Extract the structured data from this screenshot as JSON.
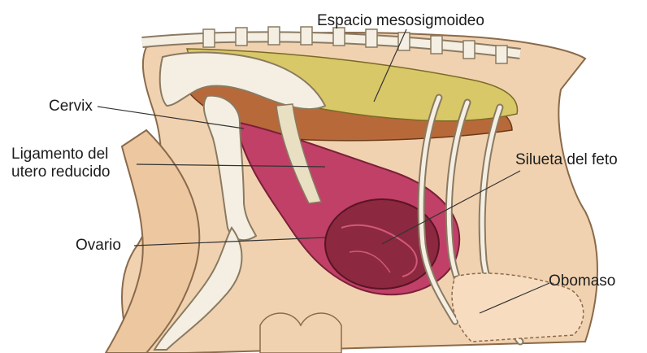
{
  "labels": {
    "espacio": "Espacio mesosigmoideo",
    "cervix": "Cervix",
    "ligamento_line1": "Ligamento del",
    "ligamento_line2": "utero reducido",
    "silueta": "Silueta del feto",
    "ovario": "Ovario",
    "obomaso": "Obomaso"
  },
  "colors": {
    "background": "#ffffff",
    "skin": "#f1d2b0",
    "bone": "#f4efe2",
    "bone_outline": "#8a7a62",
    "rumen_yellow": "#d8c868",
    "intestine_brown": "#b8693a",
    "uterus_pink": "#c04068",
    "uterus_dark": "#8c2840",
    "leader_line": "#333333"
  }
}
